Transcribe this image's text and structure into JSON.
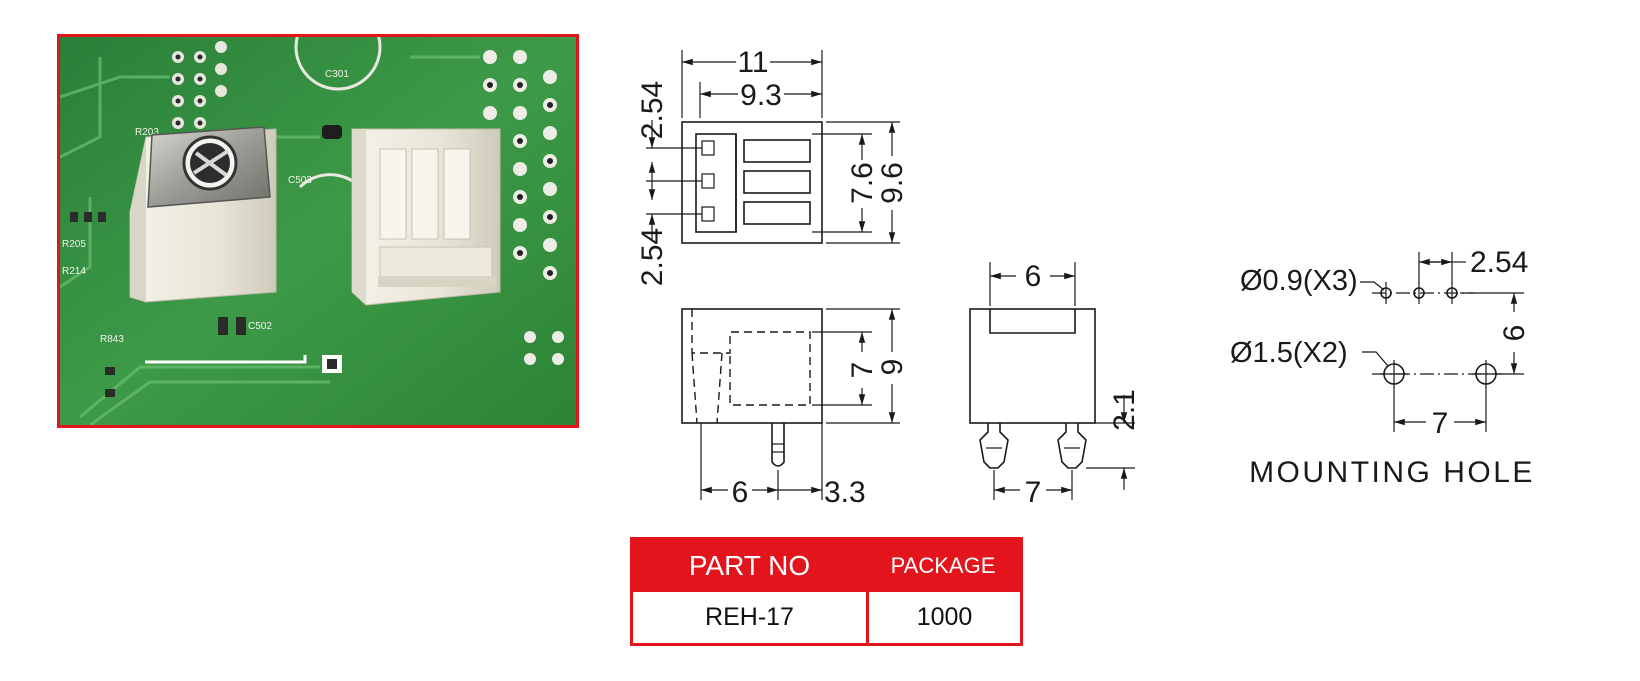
{
  "photo": {
    "board_labels": [
      "C301",
      "R203",
      "C503",
      "R205",
      "R214",
      "C502",
      "R843"
    ]
  },
  "top_view": {
    "overall_width": "11",
    "pin_span_width": "9.3",
    "pitch_top": "2.54",
    "pitch_bottom": "2.54",
    "inner_height": "7.6",
    "overall_depth": "9.6"
  },
  "side_view": {
    "inner_height": "7",
    "overall_height": "9",
    "pin_offset": "6",
    "pin_length": "3.3"
  },
  "front_view": {
    "top_width": "6",
    "peg_length": "2.1",
    "peg_spacing": "7"
  },
  "mounting_hole": {
    "small_hole_label": "Ø0.9(X3)",
    "large_hole_label": "Ø1.5(X2)",
    "pitch": "2.54",
    "vertical_offset": "6",
    "horizontal_spacing": "7",
    "caption": "MOUNTING HOLE"
  },
  "table": {
    "headers": [
      "PART NO",
      "PACKAGE"
    ],
    "rows": [
      [
        "REH-17",
        "1000"
      ]
    ]
  },
  "colors": {
    "accent_red": "#e3141b",
    "pcb_green": "#2f8a3a",
    "part_white": "#efede4"
  }
}
